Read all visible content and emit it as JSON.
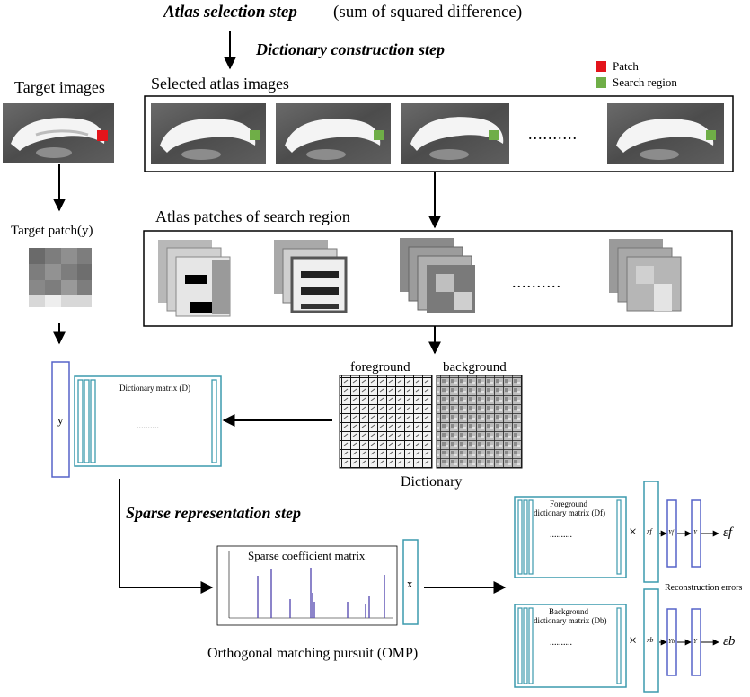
{
  "steps": {
    "atlas_selection": "Atlas selection step",
    "atlas_selection_note": "(sum of squared difference)",
    "dictionary_construction": "Dictionary construction step",
    "sparse_representation": "Sparse representation step"
  },
  "legend": {
    "patch": "Patch",
    "search_region": "Search region",
    "patch_color": "#e3141b",
    "search_region_color": "#6fae47"
  },
  "labels": {
    "target_images": "Target images",
    "selected_atlas_images": "Selected atlas images",
    "atlas_patches": "Atlas patches of search region",
    "target_patch": "Target patch(y)",
    "foreground": "foreground",
    "background": "background",
    "dictionary": "Dictionary",
    "dictionary_matrix": "Dictionary matrix (D)",
    "ellipsis_wide": "..........",
    "ellipsis_dots": "..........",
    "y": "y",
    "x": "x",
    "sparse_coefficient_matrix": "Sparse coefficient matrix",
    "omp": "Orthogonal matching pursuit (OMP)",
    "reconstruction_errors": "Reconstruction errors",
    "foreground_dict_line1": "Foreground",
    "foreground_dict_line2": "dictionary matrix (Df)",
    "background_dict_line1": "Background",
    "background_dict_line2": "dictionary matrix (Db)",
    "times": "×",
    "xf": "xf",
    "xb": "xb",
    "yf": "Yf",
    "yb": "Yb",
    "Y": "Y",
    "eps_f": "εf",
    "eps_b": "εb"
  },
  "colors": {
    "matrix_border": "#3c9aad",
    "vector_border": "#5663c9",
    "arrow": "#000000",
    "stem": "#5a4fb3"
  }
}
